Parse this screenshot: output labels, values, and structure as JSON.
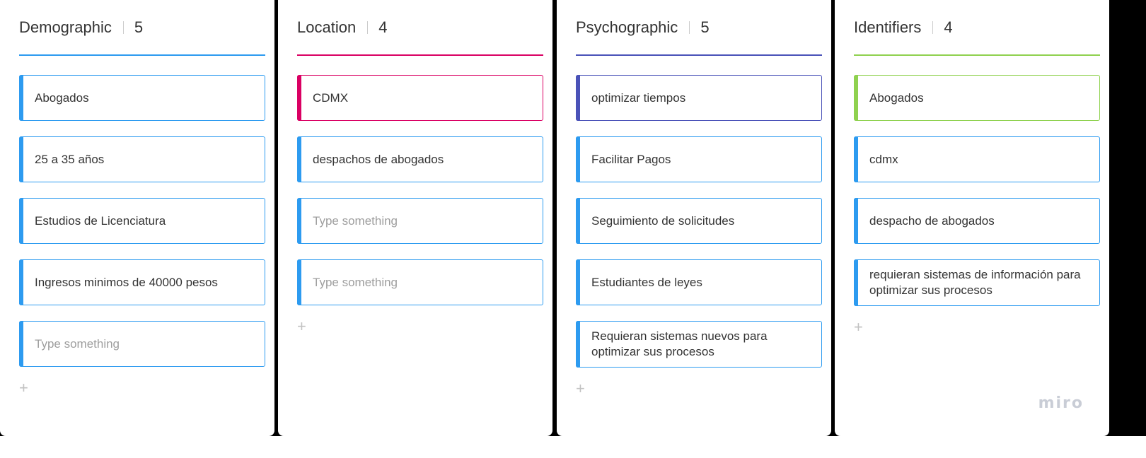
{
  "columns": [
    {
      "title": "Demographic",
      "count": "5",
      "color": "#2d9bf0",
      "cards": [
        {
          "text": "Abogados",
          "placeholder": false,
          "bar": "#2d9bf0",
          "border": "#2d9bf0"
        },
        {
          "text": "25 a 35 años",
          "placeholder": false,
          "bar": "#2d9bf0",
          "border": "#2d9bf0"
        },
        {
          "text": "Estudios de Licenciatura",
          "placeholder": false,
          "bar": "#2d9bf0",
          "border": "#2d9bf0"
        },
        {
          "text": "Ingresos minimos de 40000 pesos",
          "placeholder": false,
          "bar": "#2d9bf0",
          "border": "#2d9bf0"
        },
        {
          "text": "Type something",
          "placeholder": true,
          "bar": "#2d9bf0",
          "border": "#2d9bf0"
        }
      ]
    },
    {
      "title": "Location",
      "count": "4",
      "color": "#da0063",
      "cards": [
        {
          "text": "CDMX",
          "placeholder": false,
          "bar": "#da0063",
          "border": "#da0063"
        },
        {
          "text": "despachos de abogados",
          "placeholder": false,
          "bar": "#2d9bf0",
          "border": "#2d9bf0"
        },
        {
          "text": "Type something",
          "placeholder": true,
          "bar": "#2d9bf0",
          "border": "#2d9bf0"
        },
        {
          "text": "Type something",
          "placeholder": true,
          "bar": "#2d9bf0",
          "border": "#2d9bf0"
        }
      ]
    },
    {
      "title": "Psychographic",
      "count": "5",
      "color": "#4a52b8",
      "cards": [
        {
          "text": "optimizar tiempos",
          "placeholder": false,
          "bar": "#4a52b8",
          "border": "#4a52b8"
        },
        {
          "text": "Facilitar Pagos",
          "placeholder": false,
          "bar": "#2d9bf0",
          "border": "#2d9bf0"
        },
        {
          "text": "Seguimiento de solicitudes",
          "placeholder": false,
          "bar": "#2d9bf0",
          "border": "#2d9bf0"
        },
        {
          "text": "Estudiantes de leyes",
          "placeholder": false,
          "bar": "#2d9bf0",
          "border": "#2d9bf0"
        },
        {
          "text": "Requieran sistemas nuevos para optimizar sus procesos",
          "placeholder": false,
          "bar": "#2d9bf0",
          "border": "#2d9bf0"
        }
      ]
    },
    {
      "title": "Identifiers",
      "count": "4",
      "color": "#8fd14f",
      "cards": [
        {
          "text": "Abogados",
          "placeholder": false,
          "bar": "#8fd14f",
          "border": "#8fd14f"
        },
        {
          "text": "cdmx",
          "placeholder": false,
          "bar": "#2d9bf0",
          "border": "#2d9bf0"
        },
        {
          "text": "despacho de abogados",
          "placeholder": false,
          "bar": "#2d9bf0",
          "border": "#2d9bf0"
        },
        {
          "text": "requieran sistemas de información para optimizar sus procesos",
          "placeholder": false,
          "bar": "#2d9bf0",
          "border": "#2d9bf0"
        }
      ]
    }
  ],
  "add_icon": "plus-icon",
  "add_glyph": "+",
  "logo_text": "miro"
}
